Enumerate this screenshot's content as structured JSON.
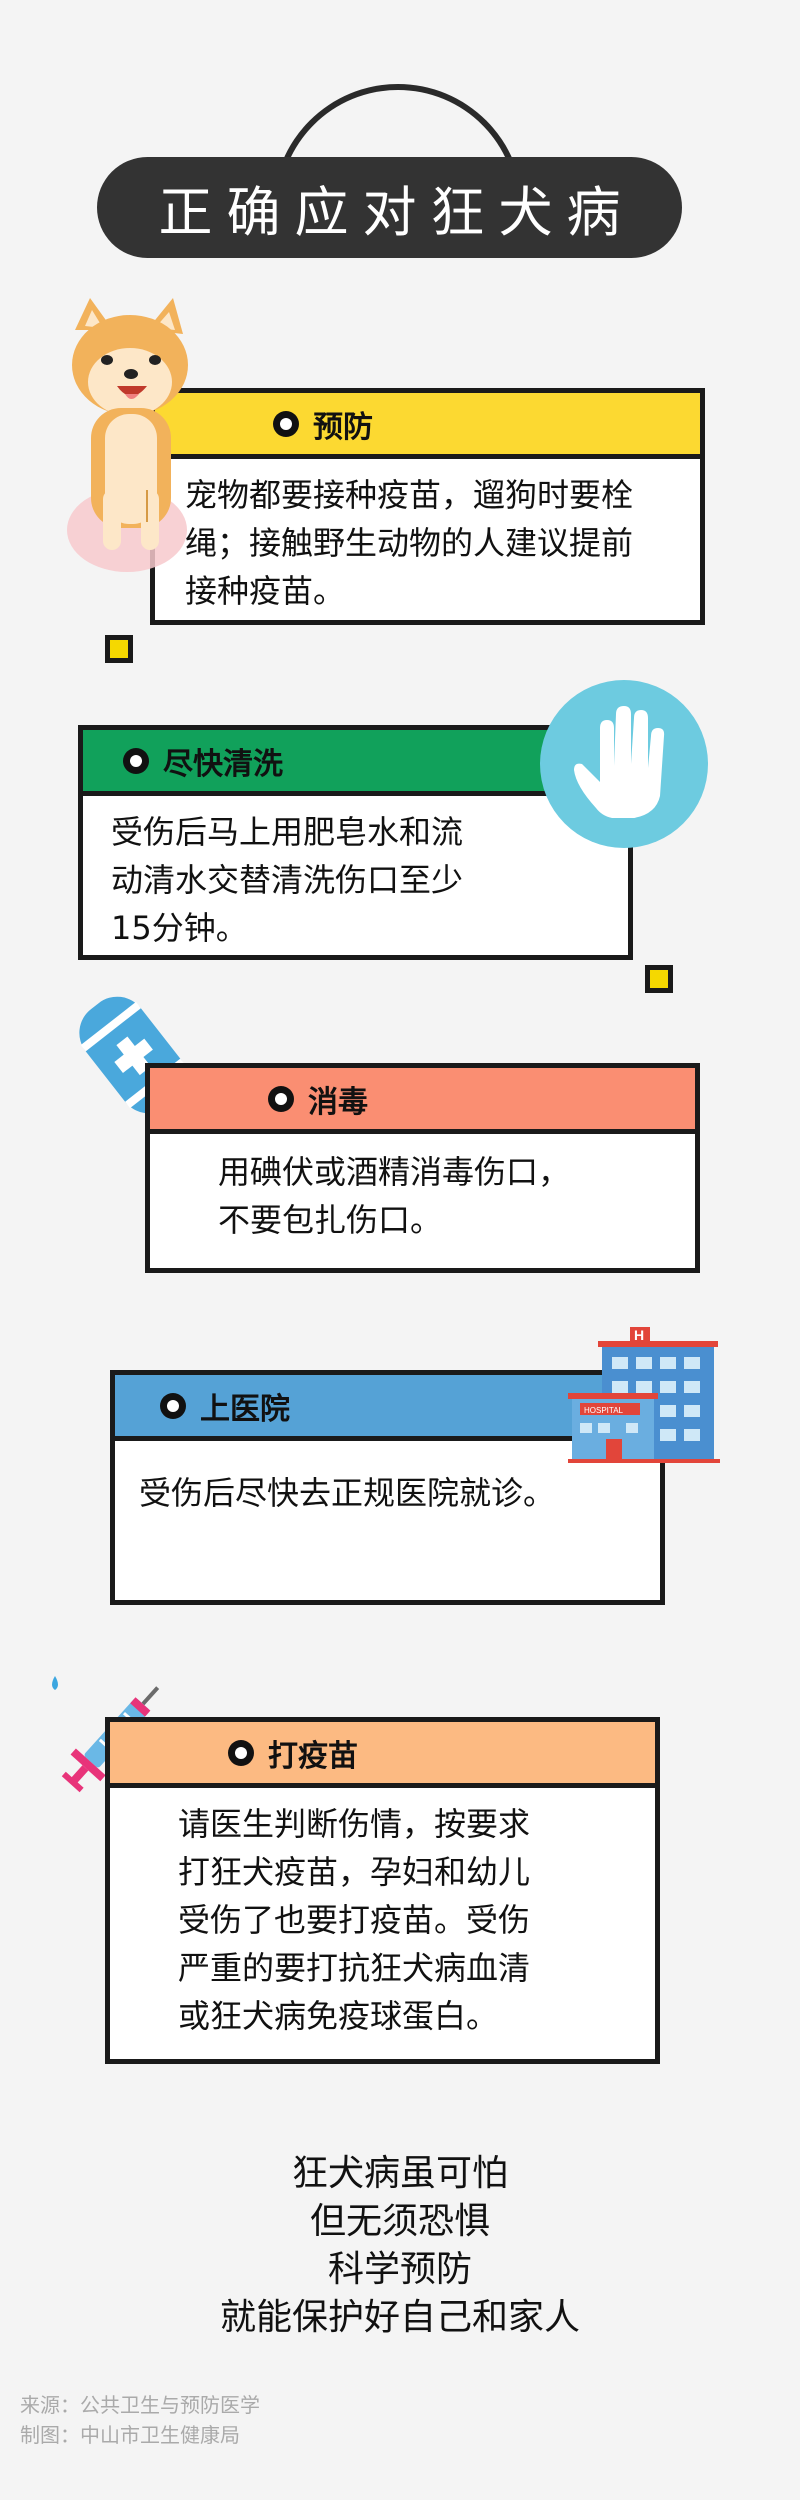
{
  "title": "正确应对狂犬病",
  "colors": {
    "card1": "#fcd931",
    "card2": "#11a15b",
    "card3": "#fa8e72",
    "card4": "#55a2d6",
    "card5": "#fcba82"
  },
  "cards": [
    {
      "heading": "预防",
      "body": [
        "宠物都要接种疫苗，遛狗时要栓",
        "绳；接触野生动物的人建议提前",
        "接种疫苗。"
      ]
    },
    {
      "heading": "尽快清洗",
      "body": [
        "受伤后马上用肥皂水和流",
        "动清水交替清洗伤口至少",
        "15分钟。"
      ]
    },
    {
      "heading": "消毒",
      "body": [
        "用碘伏或酒精消毒伤口，",
        "不要包扎伤口。"
      ]
    },
    {
      "heading": "上医院",
      "body": [
        "受伤后尽快去正规医院就诊。"
      ]
    },
    {
      "heading": "打疫苗",
      "body": [
        "请医生判断伤情，按要求",
        "打狂犬疫苗，孕妇和幼儿",
        "受伤了也要打疫苗。受伤",
        "严重的要打抗狂犬病血清",
        "或狂犬病免疫球蛋白。"
      ]
    }
  ],
  "hospital_sign": "HOSPITAL",
  "closing": [
    "狂犬病虽可怕",
    "但无须恐惧",
    "科学预防",
    "就能保护好自己和家人"
  ],
  "source": {
    "line1": "来源：公共卫生与预防医学",
    "line2": "制图：中山市卫生健康局"
  },
  "icons": [
    "shiba-dog-illustration",
    "hand-icon",
    "bandage-icon",
    "hospital-illustration",
    "syringe-icon"
  ]
}
